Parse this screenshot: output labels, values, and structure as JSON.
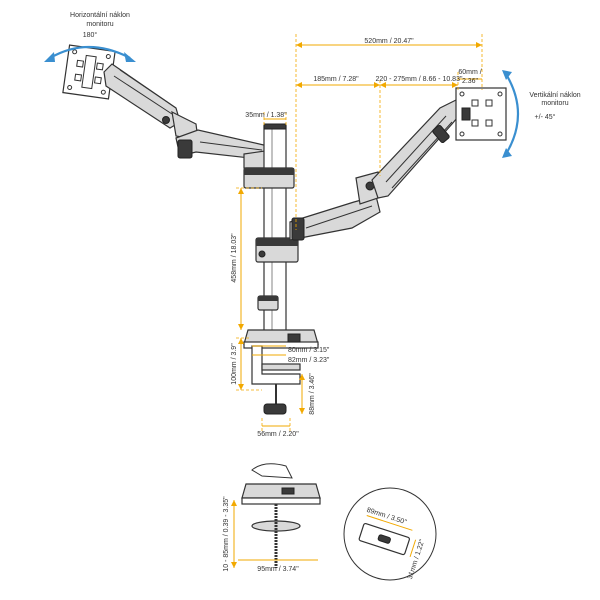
{
  "colors": {
    "dimension_line": "#f2a900",
    "rotation_arrow": "#3a8fd0",
    "outline": "#333333",
    "metal_fill": "#d9d9d9"
  },
  "labels": {
    "left_rotation_title_1": "Horizontální náklon",
    "left_rotation_title_2": "monitoru",
    "left_rotation_value": "180°",
    "right_rotation_title_1": "Vertikální náklon",
    "right_rotation_title_2": "monitoru",
    "right_rotation_value": "+/- 45°"
  },
  "dimensions": {
    "total_width": "520mm / 20.47\"",
    "arm_reach": "185mm / 7.28\"",
    "arm_range": "220 - 275mm / 8.66 - 10.83\"",
    "vesa_offset_1": "60mm /",
    "vesa_offset_2": "2.36\"",
    "pole_diameter": "35mm / 1.38\"",
    "pole_height": "458mm / 18.03\"",
    "clamp_height": "100mm / 3.9\"",
    "clamp_top_width": "80mm / 3.15\"",
    "clamp_inner_width": "82mm / 3.23\"",
    "clamp_depth": "88mm / 3.46\"",
    "base_width": "56mm / 2.20\"",
    "grommet_thickness": "10 - 85mm / 0.39 - 3.35\"",
    "grommet_width": "95mm / 3.74\"",
    "plate_length": "89mm / 3.50\"",
    "plate_width": "31mm / 1.22\""
  },
  "icons": [
    "rotation-arrow-icon",
    "vesa-plate-icon"
  ]
}
